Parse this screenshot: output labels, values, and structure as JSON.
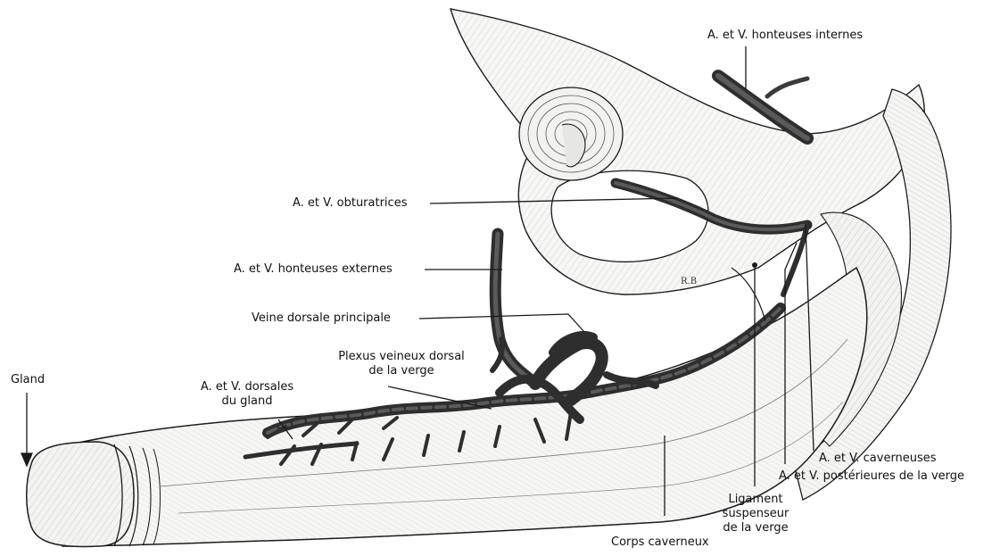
{
  "figure": {
    "colors": {
      "paper": "#ffffff",
      "ink": "#111111",
      "vessel": "#4a4a4a",
      "vessel_dark": "#2e2e2e",
      "bone": "#f7f7f5",
      "line": "#1a1a1a"
    },
    "signature_mark": "R.B",
    "labels": {
      "honteuses_internes": "A. et V. honteuses internes",
      "obturatrices": "A. et V. obturatrices",
      "honteuses_externes": "A. et V. honteuses externes",
      "veine_dorsale": "Veine dorsale principale",
      "plexus_line1": "Plexus veineux dorsal",
      "plexus_line2": "de la verge",
      "gland": "Gland",
      "dorsales_line1": "A. et V. dorsales",
      "dorsales_line2": "du gland",
      "caverneuses": "A. et V. caverneuses",
      "posterieures": "A. et V. postérieures de la verge",
      "ligament_line1": "Ligament",
      "ligament_line2": "suspenseur",
      "ligament_line3": "de la verge",
      "corps_caverneux": "Corps caverneux"
    }
  }
}
